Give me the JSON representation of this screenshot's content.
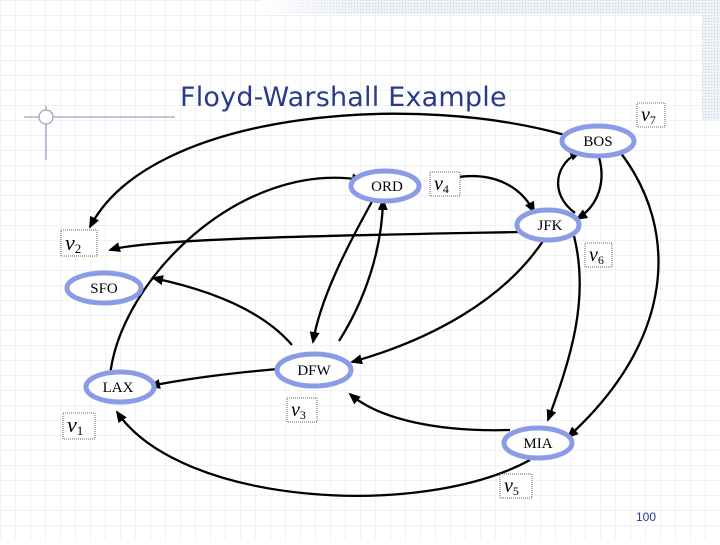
{
  "slide": {
    "title": "Floyd-Warshall Example",
    "page_number": "100"
  },
  "colors": {
    "node_fill": "#ffffff",
    "node_stroke": "#8c9be6",
    "edge": "#000000",
    "grid": "#dce3ee",
    "title": "#2a3a8a"
  },
  "nodes": [
    {
      "id": "bos",
      "label": "BOS",
      "vertex": "v",
      "vertex_sub": "7"
    },
    {
      "id": "ord",
      "label": "ORD",
      "vertex": "v",
      "vertex_sub": "4"
    },
    {
      "id": "jfk",
      "label": "JFK",
      "vertex": "v",
      "vertex_sub": "6"
    },
    {
      "id": "sfo",
      "label": "SFO",
      "vertex": "v",
      "vertex_sub": "2"
    },
    {
      "id": "dfw",
      "label": "DFW",
      "vertex": "v",
      "vertex_sub": "3"
    },
    {
      "id": "lax",
      "label": "LAX",
      "vertex": "v",
      "vertex_sub": "1"
    },
    {
      "id": "mia",
      "label": "MIA",
      "vertex": "v",
      "vertex_sub": "5"
    }
  ]
}
